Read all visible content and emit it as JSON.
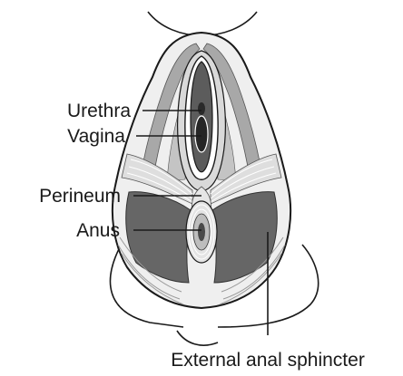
{
  "labels": {
    "urethra": "Urethra",
    "vagina": "Vagina",
    "perineum": "Perineum",
    "anus": "Anus",
    "external_anal_sphincter": "External anal sphincter"
  },
  "colors": {
    "outline": "#1a1a1a",
    "skin": "#ffffff",
    "muscle_dark": "#666666",
    "muscle_mid": "#a8a8a8",
    "muscle_light": "#d4d4d4",
    "fiber": "#ffffff",
    "leader_line": "#1a1a1a"
  }
}
